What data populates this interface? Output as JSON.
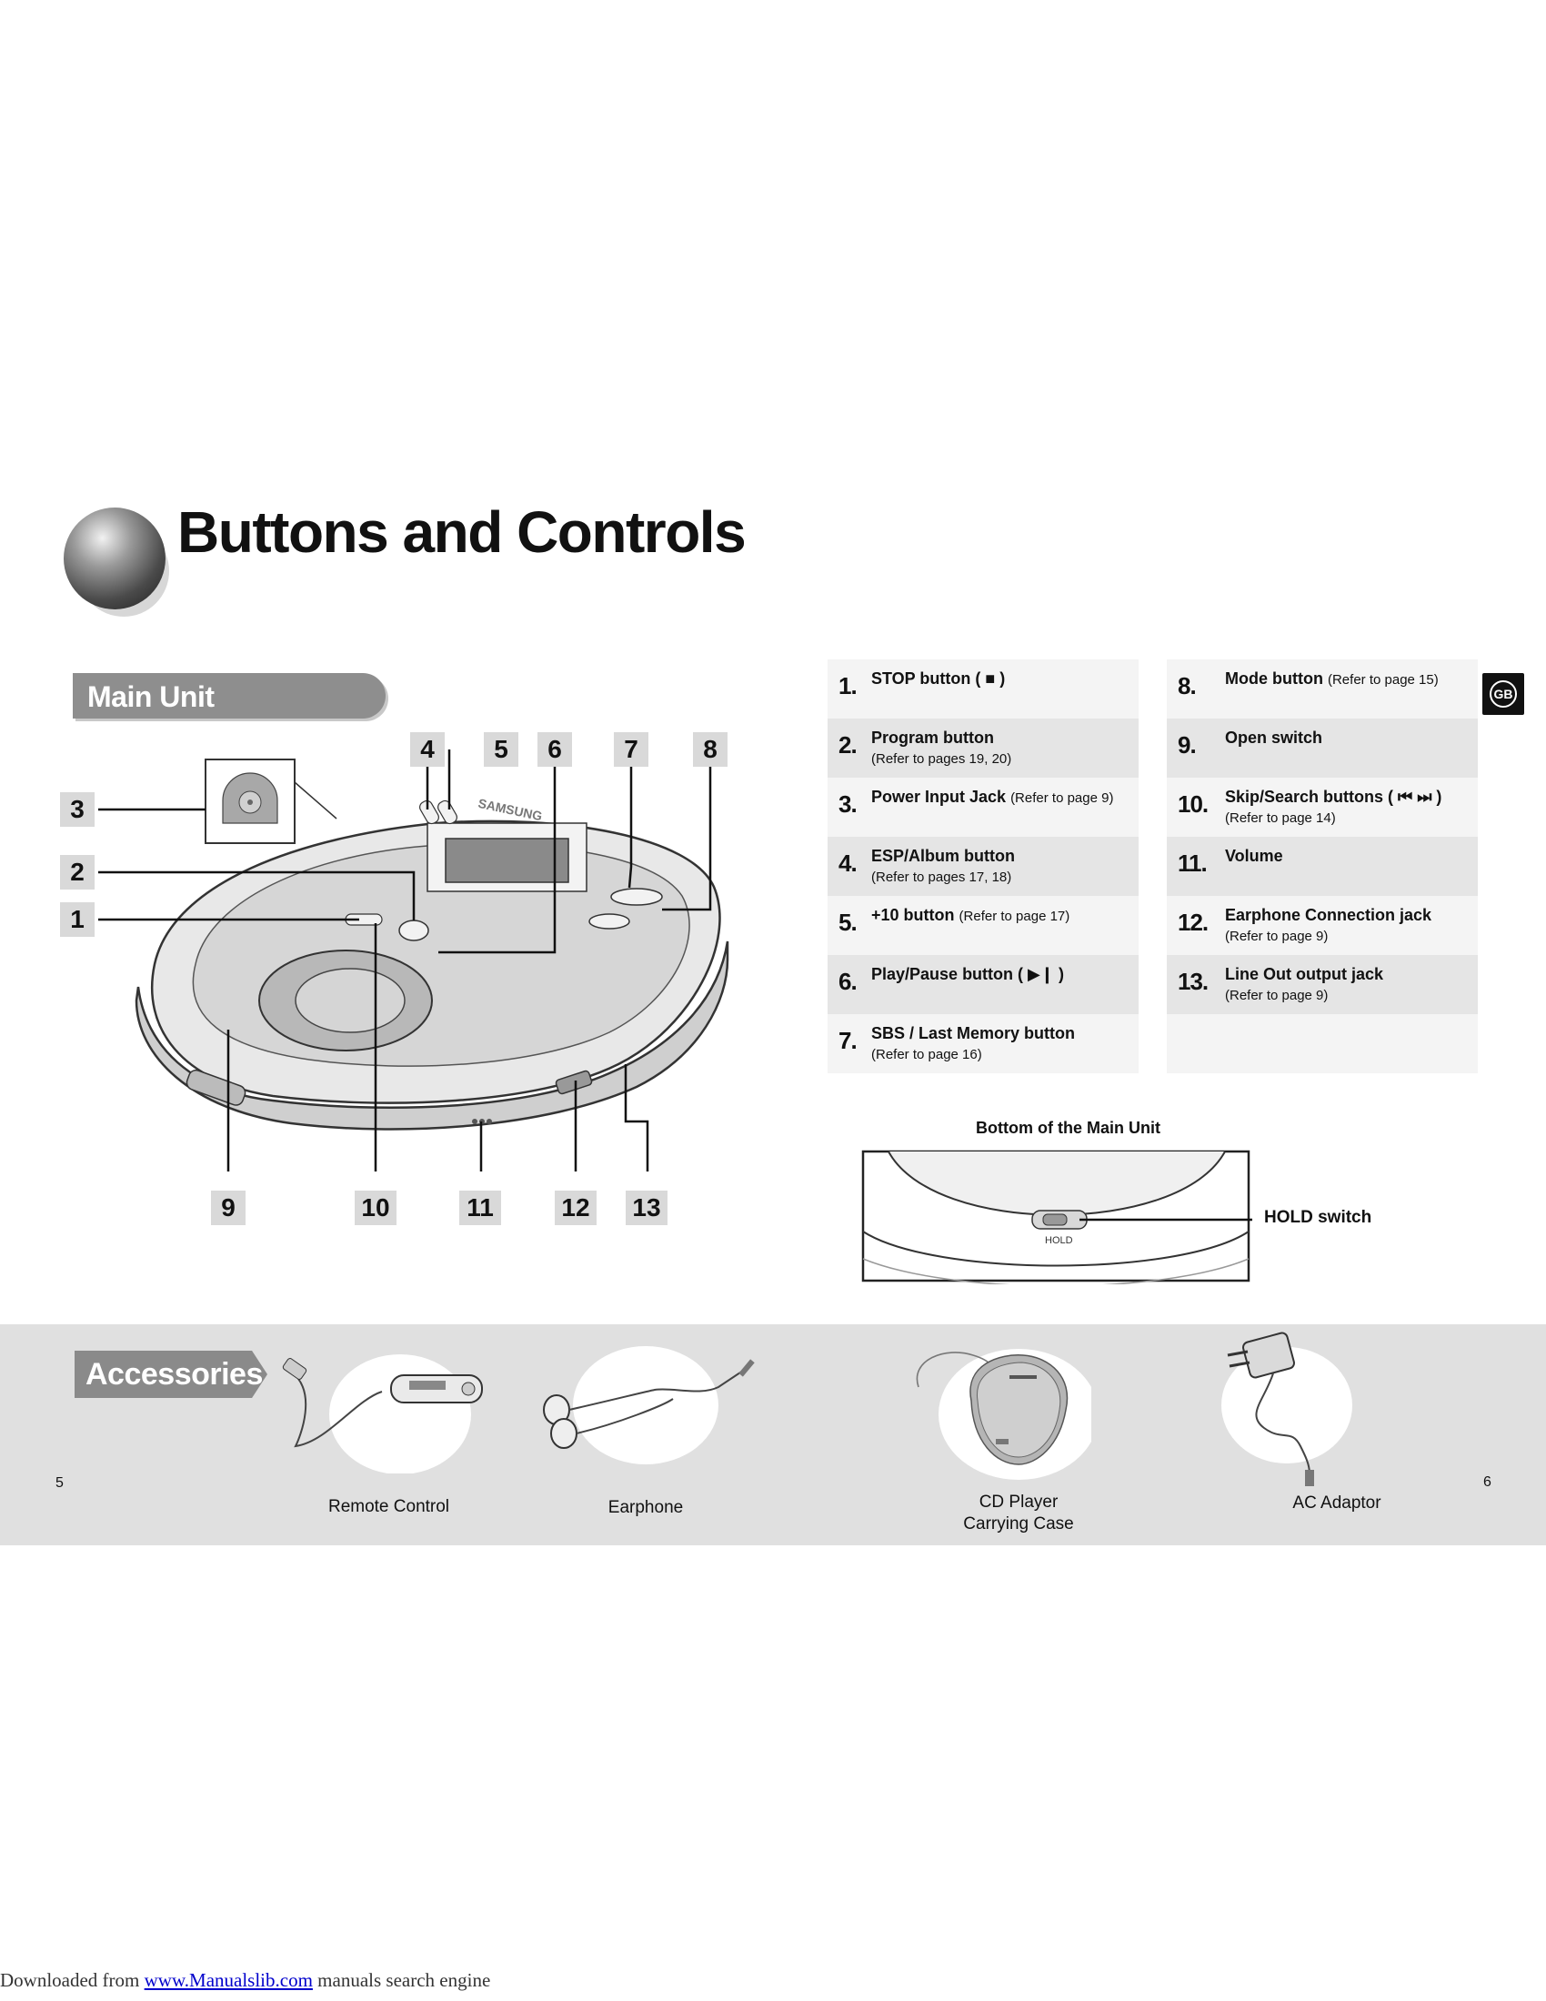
{
  "title": "Buttons and Controls",
  "main_unit_label": "Main Unit",
  "callouts": [
    "1",
    "2",
    "3",
    "4",
    "5",
    "6",
    "7",
    "8",
    "9",
    "10",
    "11",
    "12",
    "13"
  ],
  "device_brand": "SAMSUNG",
  "controls_left": [
    {
      "num": "1.",
      "name": "STOP button ( ■ )",
      "ref": ""
    },
    {
      "num": "2.",
      "name": "Program button",
      "ref": "(Refer to pages 19, 20)"
    },
    {
      "num": "3.",
      "name": "Power Input Jack",
      "ref": "(Refer to page 9)"
    },
    {
      "num": "4.",
      "name": "ESP/Album button",
      "ref": "(Refer to pages 17, 18)"
    },
    {
      "num": "5.",
      "name": "+10 button",
      "ref": "(Refer to page 17)"
    },
    {
      "num": "6.",
      "name": "Play/Pause button ( ▶❙ )",
      "ref": ""
    },
    {
      "num": "7.",
      "name": "SBS / Last Memory button",
      "ref": "(Refer to page 16)"
    }
  ],
  "controls_right": [
    {
      "num": "8.",
      "name": "Mode button",
      "ref": "(Refer to page 15)"
    },
    {
      "num": "9.",
      "name": "Open switch",
      "ref": ""
    },
    {
      "num": "10.",
      "name": "Skip/Search buttons ( ⏮ ⏭ )",
      "ref": "(Refer to page 14)"
    },
    {
      "num": "11.",
      "name": "Volume",
      "ref": ""
    },
    {
      "num": "12.",
      "name": "Earphone Connection jack",
      "ref": "(Refer to page 9)"
    },
    {
      "num": "13.",
      "name": "Line Out output jack",
      "ref": "(Refer to page 9)"
    }
  ],
  "lang_badge": "GB",
  "bottom_title": "Bottom of the Main Unit",
  "hold_switch_label": "HOLD switch",
  "hold_small": "HOLD",
  "accessories_label": "Accessories",
  "accessories": [
    {
      "name": "Remote Control"
    },
    {
      "name": "Earphone"
    },
    {
      "name": "CD Player",
      "name2": "Carrying Case"
    },
    {
      "name": "AC Adaptor"
    }
  ],
  "page_left": "5",
  "page_right": "6",
  "footer": {
    "prefix": "Downloaded from ",
    "link": "www.Manualslib.com",
    "suffix": " manuals search engine"
  }
}
